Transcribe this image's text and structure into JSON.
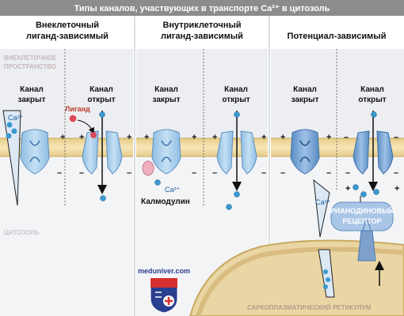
{
  "title": "Типы каналов, участвующих в транспорте Ca²⁺ в цитозоль",
  "panels": [
    {
      "header_line1": "Внеклеточный",
      "header_line2": "лиганд-зависимый"
    },
    {
      "header_line1": "Внутриклеточный",
      "header_line2": "лиганд-зависимый"
    },
    {
      "header_line1": "Потенциал-зависимый",
      "header_line2": ""
    }
  ],
  "regions": {
    "extracellular_line1": "ВНЕКЛЕТОЧНОЕ",
    "extracellular_line2": "ПРОСТРАНСТВО",
    "cytosol": "ЦИТОЗОЛЬ",
    "sr": "САРКОПЛАЗМАТИЧЕСКИЙ РЕТИКУЛУМ"
  },
  "channel_labels": {
    "closed_line1": "Канал",
    "closed_line2": "закрыт",
    "open_line1": "Канал",
    "open_line2": "открыт"
  },
  "labels": {
    "ca": "Ca²⁺",
    "ligand": "Лиганд",
    "calmodulin": "Калмодулин",
    "ryr_line1": "РИАНОДИНОВЫЙ",
    "ryr_line2": "РЕЦЕПТОР"
  },
  "watermark": "meduniver.com",
  "colors": {
    "title_bar": "#8c8c8c",
    "membrane": "#f0dca0",
    "membrane_edge": "#c9a960",
    "extracellular_bg": "#eef0f2",
    "cytosol_bg": "#f4f5f6",
    "channel": "#a8cde8",
    "channel_dark": "#6f9fd0",
    "ion": "#3a9ad0",
    "ligand": "#d94a5a",
    "calmodulin": "#f0b0c0",
    "sr_fill": "#ecd8a8",
    "ryr": "#7da0cc"
  }
}
